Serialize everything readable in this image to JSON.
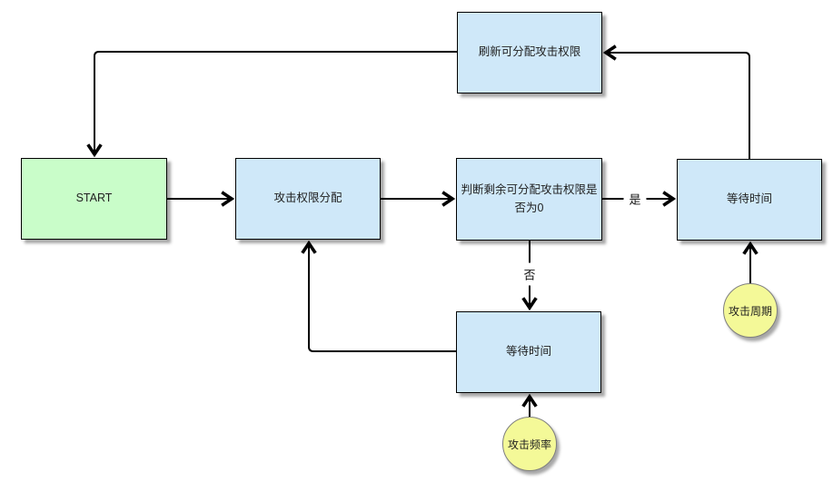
{
  "diagram": {
    "type": "flowchart",
    "nodes": {
      "refresh": {
        "label": "刷新可分配攻击权限",
        "shape": "rect",
        "kind": "process"
      },
      "start": {
        "label": "START",
        "shape": "rect",
        "kind": "start"
      },
      "allocate": {
        "label": "攻击权限分配",
        "shape": "rect",
        "kind": "process"
      },
      "judge": {
        "label": "判断剩余可分配攻击权限是\n否为0",
        "shape": "rect",
        "kind": "process"
      },
      "wait_right": {
        "label": "等待时间",
        "shape": "rect",
        "kind": "process"
      },
      "wait_bottom": {
        "label": "等待时间",
        "shape": "rect",
        "kind": "process"
      },
      "attack_cycle": {
        "label": "攻击周期",
        "shape": "circle",
        "kind": "annotation"
      },
      "attack_frequency": {
        "label": "攻击频率",
        "shape": "circle",
        "kind": "annotation"
      }
    },
    "edge_labels": {
      "yes": "是",
      "no": "否"
    },
    "edges": [
      {
        "from": "refresh",
        "to": "start"
      },
      {
        "from": "start",
        "to": "allocate"
      },
      {
        "from": "allocate",
        "to": "judge"
      },
      {
        "from": "judge",
        "to": "wait_right",
        "label": "是"
      },
      {
        "from": "judge",
        "to": "wait_bottom",
        "label": "否"
      },
      {
        "from": "wait_bottom",
        "to": "allocate"
      },
      {
        "from": "wait_right",
        "to": "refresh"
      },
      {
        "from": "attack_cycle",
        "to": "wait_right"
      },
      {
        "from": "attack_frequency",
        "to": "wait_bottom"
      }
    ],
    "colors": {
      "process_fill": "#cfe8f9",
      "start_fill": "#c9fdc9",
      "annotation_fill": "#f4f998",
      "annotation_border": "#7f7f7f",
      "node_border": "#000000",
      "connector": "#000000",
      "text": "#1f1f1f",
      "background": "#ffffff"
    }
  }
}
